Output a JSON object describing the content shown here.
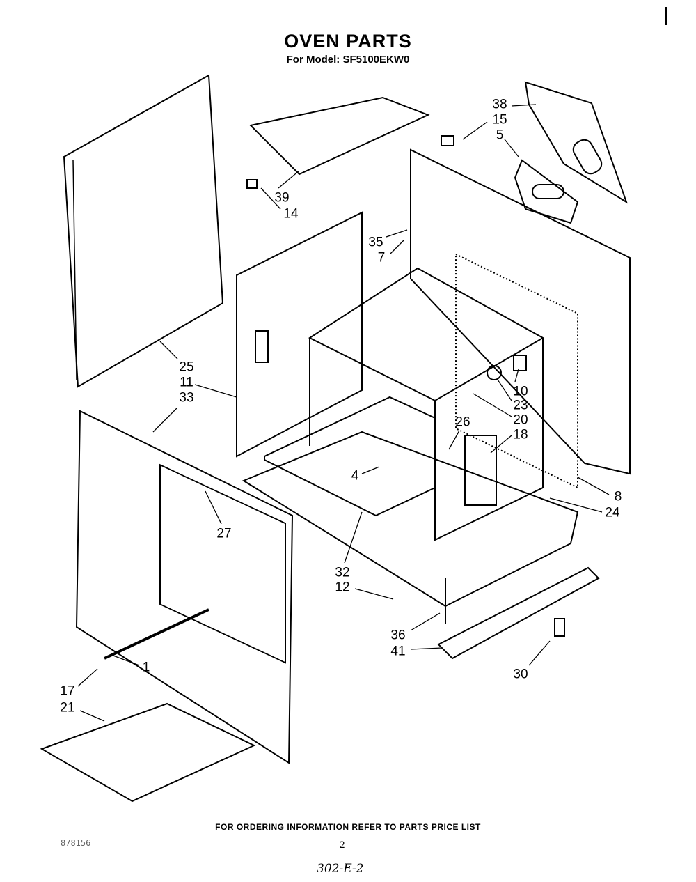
{
  "header": {
    "title": "OVEN PARTS",
    "model": "For Model: SF5100EKW0"
  },
  "callouts": [
    "38",
    "15",
    "5",
    "39",
    "14",
    "35",
    "7",
    "25",
    "11",
    "33",
    "10",
    "23",
    "20",
    "26",
    "18",
    "4",
    "8",
    "24",
    "27",
    "32",
    "12",
    "36",
    "41",
    "30",
    "1",
    "17",
    "21"
  ],
  "footer": {
    "ordering_note": "FOR ORDERING INFORMATION REFER TO PARTS PRICE LIST",
    "doc_code": "878156",
    "page_number": "2",
    "handwritten_ref": "302-E-2"
  }
}
